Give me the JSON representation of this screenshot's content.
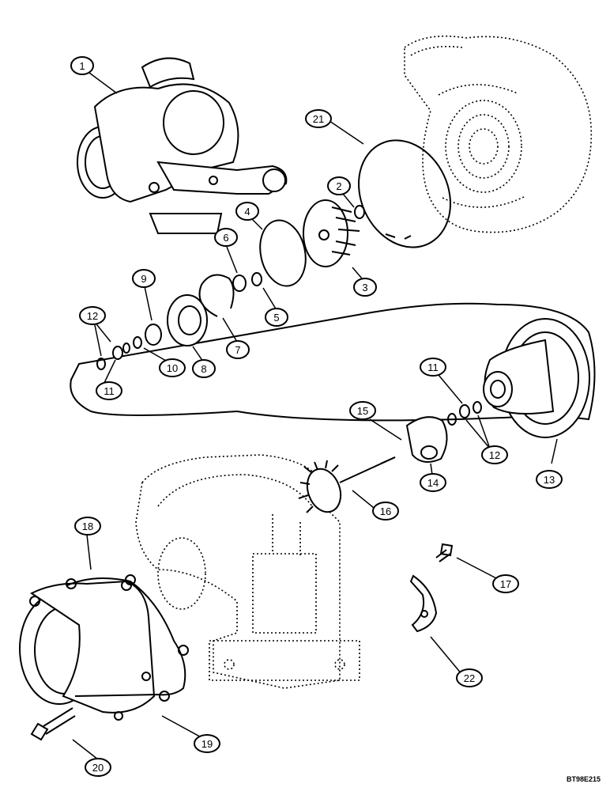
{
  "diagram": {
    "reference_code": "BT98E215",
    "callouts": [
      "1",
      "2",
      "3",
      "4",
      "5",
      "6",
      "7",
      "8",
      "9",
      "10",
      "11",
      "11",
      "12",
      "12",
      "13",
      "14",
      "15",
      "16",
      "17",
      "18",
      "19",
      "20",
      "21",
      "22"
    ]
  },
  "colors": {
    "ink": "#000000",
    "paper": "#ffffff"
  }
}
